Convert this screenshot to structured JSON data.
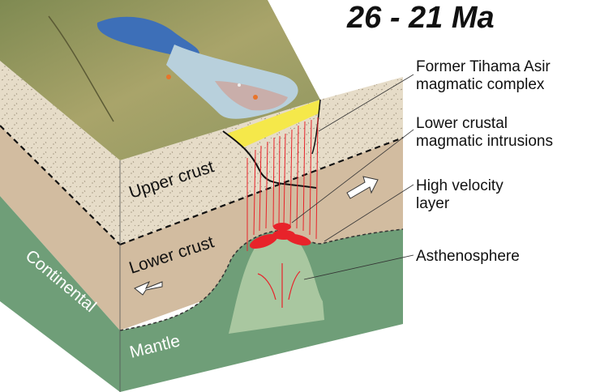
{
  "title": "26 - 21 Ma",
  "layers": {
    "upper_crust": "Upper crust",
    "lower_crust": "Lower crust",
    "continental": "Continental",
    "mantle": "Mantle"
  },
  "callouts": [
    {
      "line1": "Former Tihama Asir",
      "line2": "magmatic complex"
    },
    {
      "line1": "Lower crustal",
      "line2": "magmatic intrusions"
    },
    {
      "line1": "High velocity",
      "line2": "layer"
    },
    {
      "line1": "Asthenosphere",
      "line2": ""
    }
  ],
  "colors": {
    "upper_crust": "#e6dcc8",
    "lower_crust": "#d2bca0",
    "mantle": "#6f9e78",
    "asthenosphere": "#a9c7a0",
    "terrain": "#8f9a5c",
    "sea": "#3d6fb8",
    "shallow_sea": "#b8d0dc",
    "magma": "#e8232a",
    "sediment": "#f5e84a"
  }
}
